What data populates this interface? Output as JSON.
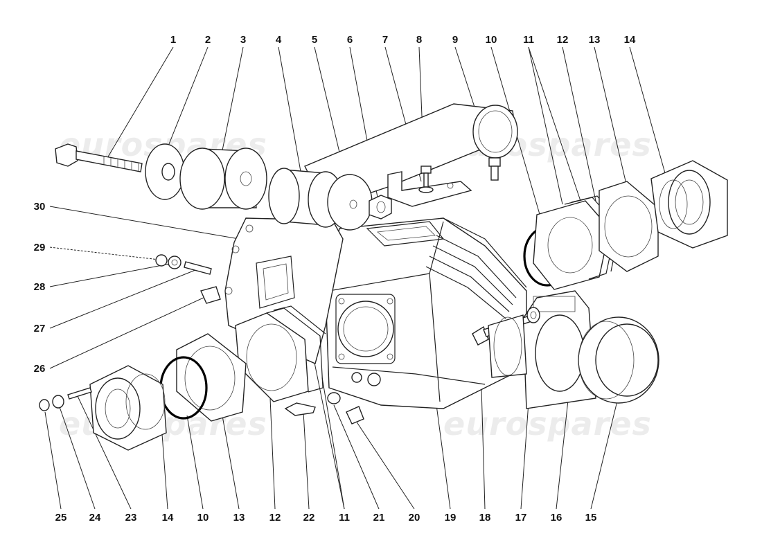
{
  "watermark": {
    "text": "eurospares"
  },
  "labels_top": [
    "1",
    "2",
    "3",
    "4",
    "5",
    "6",
    "7",
    "8",
    "9",
    "10",
    "11",
    "12",
    "13",
    "14"
  ],
  "labels_left": [
    "30",
    "29",
    "28",
    "27",
    "26"
  ],
  "labels_bottom": [
    "25",
    "24",
    "23",
    "14",
    "10",
    "13",
    "12",
    "22",
    "11",
    "21",
    "20",
    "19",
    "18",
    "17",
    "16",
    "15"
  ]
}
